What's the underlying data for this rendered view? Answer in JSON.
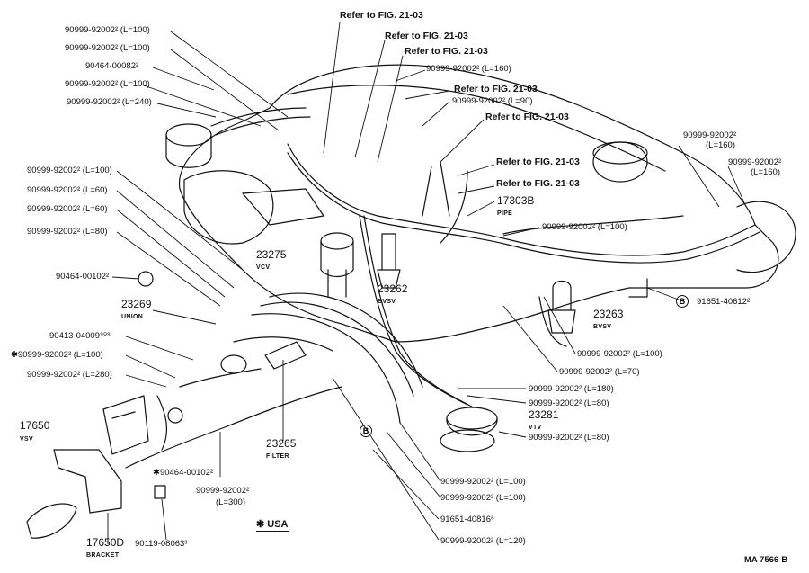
{
  "refs": {
    "r1": "Refer to FIG. 21-03",
    "r2": "Refer to FIG. 21-03",
    "r3": "Refer to FIG. 21-03",
    "r4": "Refer to FIG. 21-03",
    "r5": "Refer to FIG. 21-03",
    "r6": "Refer to FIG. 21-03",
    "r7": "Refer to FIG. 21-03"
  },
  "labels": {
    "hose_top_1": "90999-92002² (L=100)",
    "hose_top_2": "90999-92002² (L=100)",
    "clip_top": "90464-00082²",
    "hose_top_3": "90999-92002² (L=100)",
    "hose_top_4": "90999-92002² (L=240)",
    "hose_l160": "90999-92002² (L=160)",
    "hose_l90": "90999-92002² (L=90)",
    "hose_left_100": "90999-92002² (L=100)",
    "hose_left_60a": "90999-92002² (L=60)",
    "hose_left_60b": "90999-92002² (L=60)",
    "hose_left_80": "90999-92002² (L=80)",
    "clip_left": "90464-00102²",
    "union_num": "23269",
    "union_name": "UNION",
    "hose_9": "90413-04009⁹⁰⁹",
    "hose_usa_100": "✱90999-92002² (L=100)",
    "hose_280": "90999-92002² (L=280)",
    "vsv_num": "17650",
    "vsv_name": "VSV",
    "vcv_num": "23275",
    "vcv_name": "VCV",
    "pipe_num": "17303B",
    "pipe_name": "PIPE",
    "bvsv1_num": "23262",
    "bvsv1_name": "BVSV",
    "bvsv2_num": "23263",
    "bvsv2_name": "BVSV",
    "right_hose_160a": "90999-92002²",
    "right_hose_160a_len": "(L=160)",
    "right_hose_160b": "90999-92002²",
    "right_hose_160b_len": "(L=160)",
    "right_hose_100": "90999-92002² (L=100)",
    "bolt_b": "91651-40612²",
    "hose_r100": "90999-92002² (L=100)",
    "hose_r70": "90999-92002² (L=70)",
    "hose_r180": "90999-92002² (L=180)",
    "hose_r80a": "90999-92002² (L=80)",
    "vtv_num": "23281",
    "vtv_name": "VTV",
    "hose_r80b": "90999-92002² (L=80)",
    "filter_num": "23265",
    "filter_name": "FILTER",
    "clip_bottom": "✱90464-00102²",
    "hose_300a": "90999-92002²",
    "hose_300b": "(L=300)",
    "hose_b100a": "90999-92002² (L=100)",
    "hose_b100b": "90999-92002² (L=100)",
    "bolt_6": "91651-40816⁶",
    "hose_b120": "90999-92002² (L=120)",
    "usa_note": "✱ USA",
    "bracket_num": "17650D",
    "bracket_name": "BRACKET",
    "bolt_3": "90119-08063³",
    "drawing_code": "MA  7566-B"
  },
  "callouts": {
    "b_left": "B",
    "b_right": "B"
  }
}
